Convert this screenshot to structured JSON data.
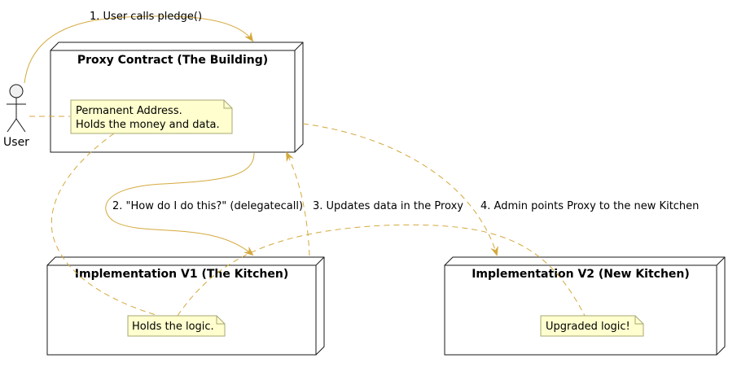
{
  "actor": {
    "label": "User"
  },
  "nodes": {
    "proxy": {
      "title": "Proxy Contract (The Building)"
    },
    "impl_v1": {
      "title": "Implementation V1 (The Kitchen)"
    },
    "impl_v2": {
      "title": "Implementation V2 (New Kitchen)"
    }
  },
  "notes": {
    "proxy_note": {
      "line1": "Permanent Address.",
      "line2": "Holds the money and data."
    },
    "v1_note": {
      "text": "Holds the logic."
    },
    "v2_note": {
      "text": "Upgraded logic!"
    }
  },
  "edges": {
    "e1": "1. User calls pledge()",
    "e2": "2. \"How do I do this?\" (delegatecall)",
    "e3": "3. Updates data in the Proxy",
    "e4": "4. Admin points Proxy to the new Kitchen"
  },
  "colors": {
    "arrow": "#d4a93c",
    "note_fill": "#fefece",
    "note_stroke": "#a8a874",
    "node_stroke": "#181818"
  }
}
